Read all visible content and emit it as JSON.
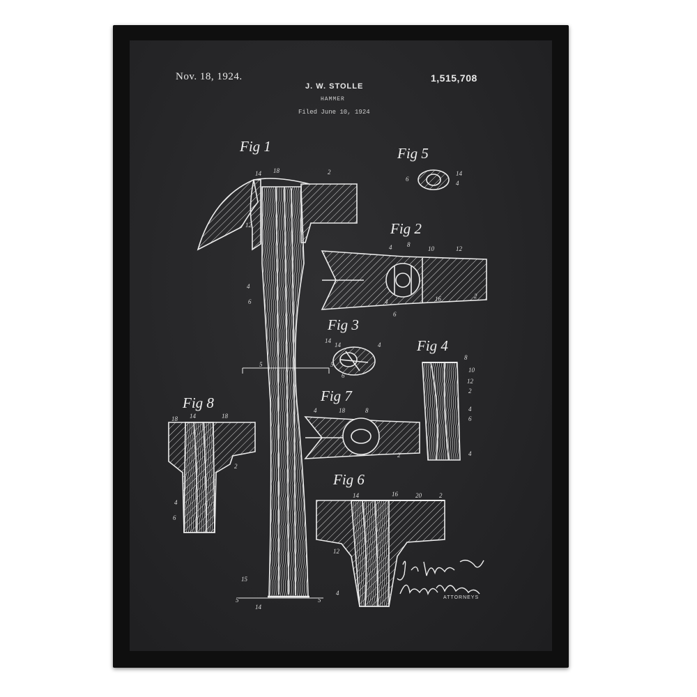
{
  "patent": {
    "date": "Nov. 18, 1924.",
    "inventor": "J. W. STOLLE",
    "subject": "HAMMER",
    "filed": "Filed June 10, 1924",
    "number": "1,515,708"
  },
  "figures": {
    "fig1": "Fig 1",
    "fig2": "Fig 2",
    "fig3": "Fig 3",
    "fig4": "Fig 4",
    "fig5": "Fig 5",
    "fig6": "Fig 6",
    "fig7": "Fig 7",
    "fig8": "Fig 8"
  },
  "footer": {
    "attorneys": "ATTORNEYS"
  },
  "colors": {
    "frame": "#0f0f0f",
    "paper": "#262628",
    "ink": "#ececec"
  }
}
